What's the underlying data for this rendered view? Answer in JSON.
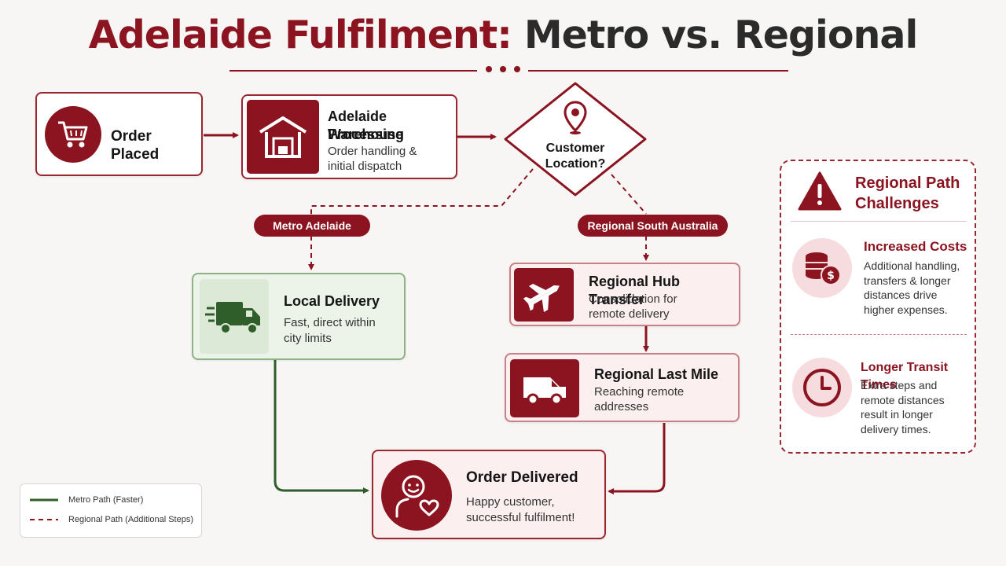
{
  "title": {
    "part1": "Adelaide Fulfilment:",
    "part2": "Metro vs. Regional"
  },
  "colors": {
    "accent": "#8b1420",
    "metro": "#2f5e2a",
    "panel_tint": "#f6dcdf"
  },
  "nodes": {
    "order_placed": {
      "title": "Order Placed",
      "icon": "cart-icon"
    },
    "warehouse": {
      "title_line1": "Adelaide Warehouse",
      "title_line2": "Processing",
      "desc_line1": "Order handling &",
      "desc_line2": "initial dispatch",
      "icon": "warehouse-icon"
    },
    "decision": {
      "line1": "Customer",
      "line2": "Location?",
      "icon": "location-pin-icon"
    },
    "local_delivery": {
      "title": "Local Delivery",
      "desc_line1": "Fast, direct within",
      "desc_line2": "city limits",
      "icon": "delivery-truck-icon"
    },
    "regional_hub": {
      "title": "Regional Hub Transfer",
      "desc_line1": "Consolidation for",
      "desc_line2": "remote delivery",
      "icon": "airplane-icon"
    },
    "regional_last_mile": {
      "title": "Regional Last Mile",
      "desc_line1": "Reaching remote",
      "desc_line2": "addresses",
      "icon": "van-icon"
    },
    "order_delivered": {
      "title": "Order Delivered",
      "desc_line1": "Happy customer,",
      "desc_line2": "successful fulfilment!",
      "icon": "happy-customer-icon"
    }
  },
  "branches": {
    "metro": "Metro Adelaide",
    "regional": "Regional South Australia"
  },
  "challenges": {
    "title_line1": "Regional Path",
    "title_line2": "Challenges",
    "icon": "warning-icon",
    "items": [
      {
        "title": "Increased Costs",
        "lines": [
          "Additional handling,",
          "transfers & longer",
          "distances drive",
          "higher expenses."
        ],
        "icon": "coins-icon"
      },
      {
        "title": "Longer Transit Times",
        "lines": [
          "Extra steps and",
          "remote distances",
          "result in longer",
          "delivery times."
        ],
        "icon": "clock-icon"
      }
    ]
  },
  "legend": {
    "metro": "Metro Path (Faster)",
    "regional": "Regional Path (Additional Steps)"
  }
}
